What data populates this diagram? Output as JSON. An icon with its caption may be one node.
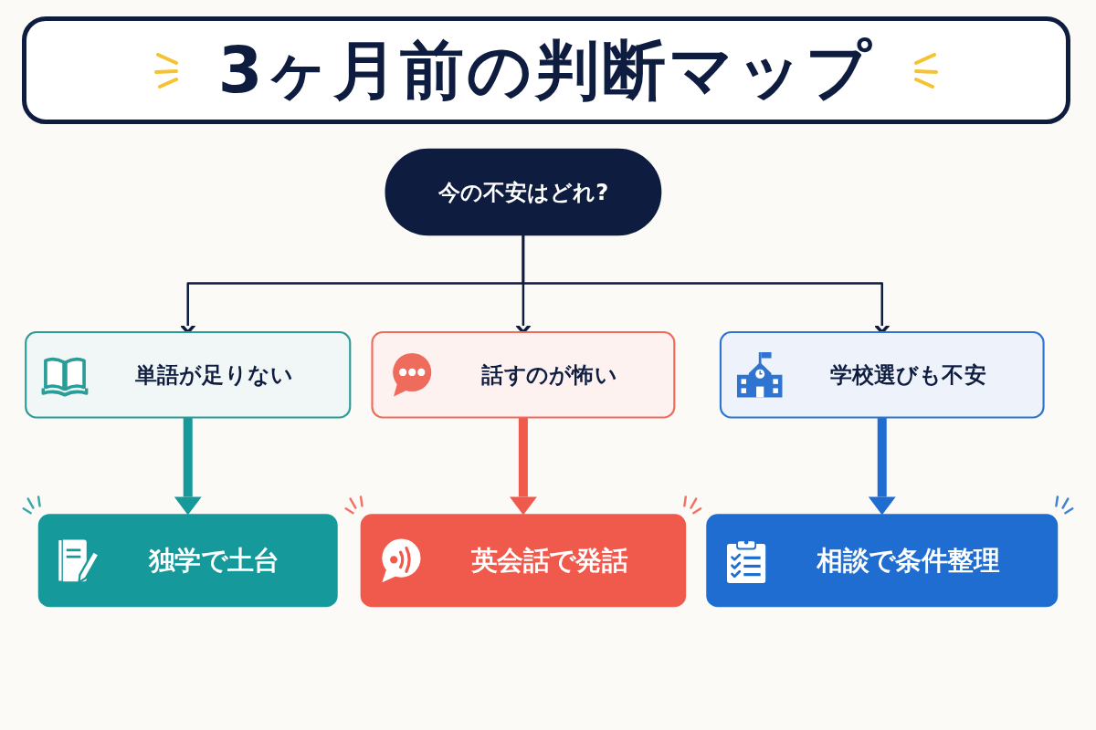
{
  "diagram": {
    "title": "3ヶ月前の判断マップ",
    "nodes": [
      {
        "text": [
          "今の不安はどれ?"
        ]
      },
      {
        "text": [
          "単語が足りない"
        ]
      },
      {
        "text": [
          "話すのが怖い"
        ]
      },
      {
        "text": [
          "学校選びも不安"
        ]
      },
      {
        "text": [
          "独学で土台"
        ]
      },
      {
        "text": [
          "英会話で発話"
        ]
      },
      {
        "text": [
          "相談で条件整理"
        ]
      }
    ],
    "edges": [
      {
        "from": 0,
        "to": 1,
        "arrow": "to"
      },
      {
        "from": 0,
        "to": 2,
        "arrow": "to"
      },
      {
        "from": 0,
        "to": 3,
        "arrow": "to"
      },
      {
        "from": 1,
        "to": 4,
        "arrow": "to",
        "style": "thick",
        "color": "#16999a"
      },
      {
        "from": 2,
        "to": 5,
        "arrow": "to",
        "style": "thick",
        "color": "#f05a4d"
      },
      {
        "from": 3,
        "to": 6,
        "arrow": "to",
        "style": "thick",
        "color": "#1f6dd0"
      }
    ]
  }
}
